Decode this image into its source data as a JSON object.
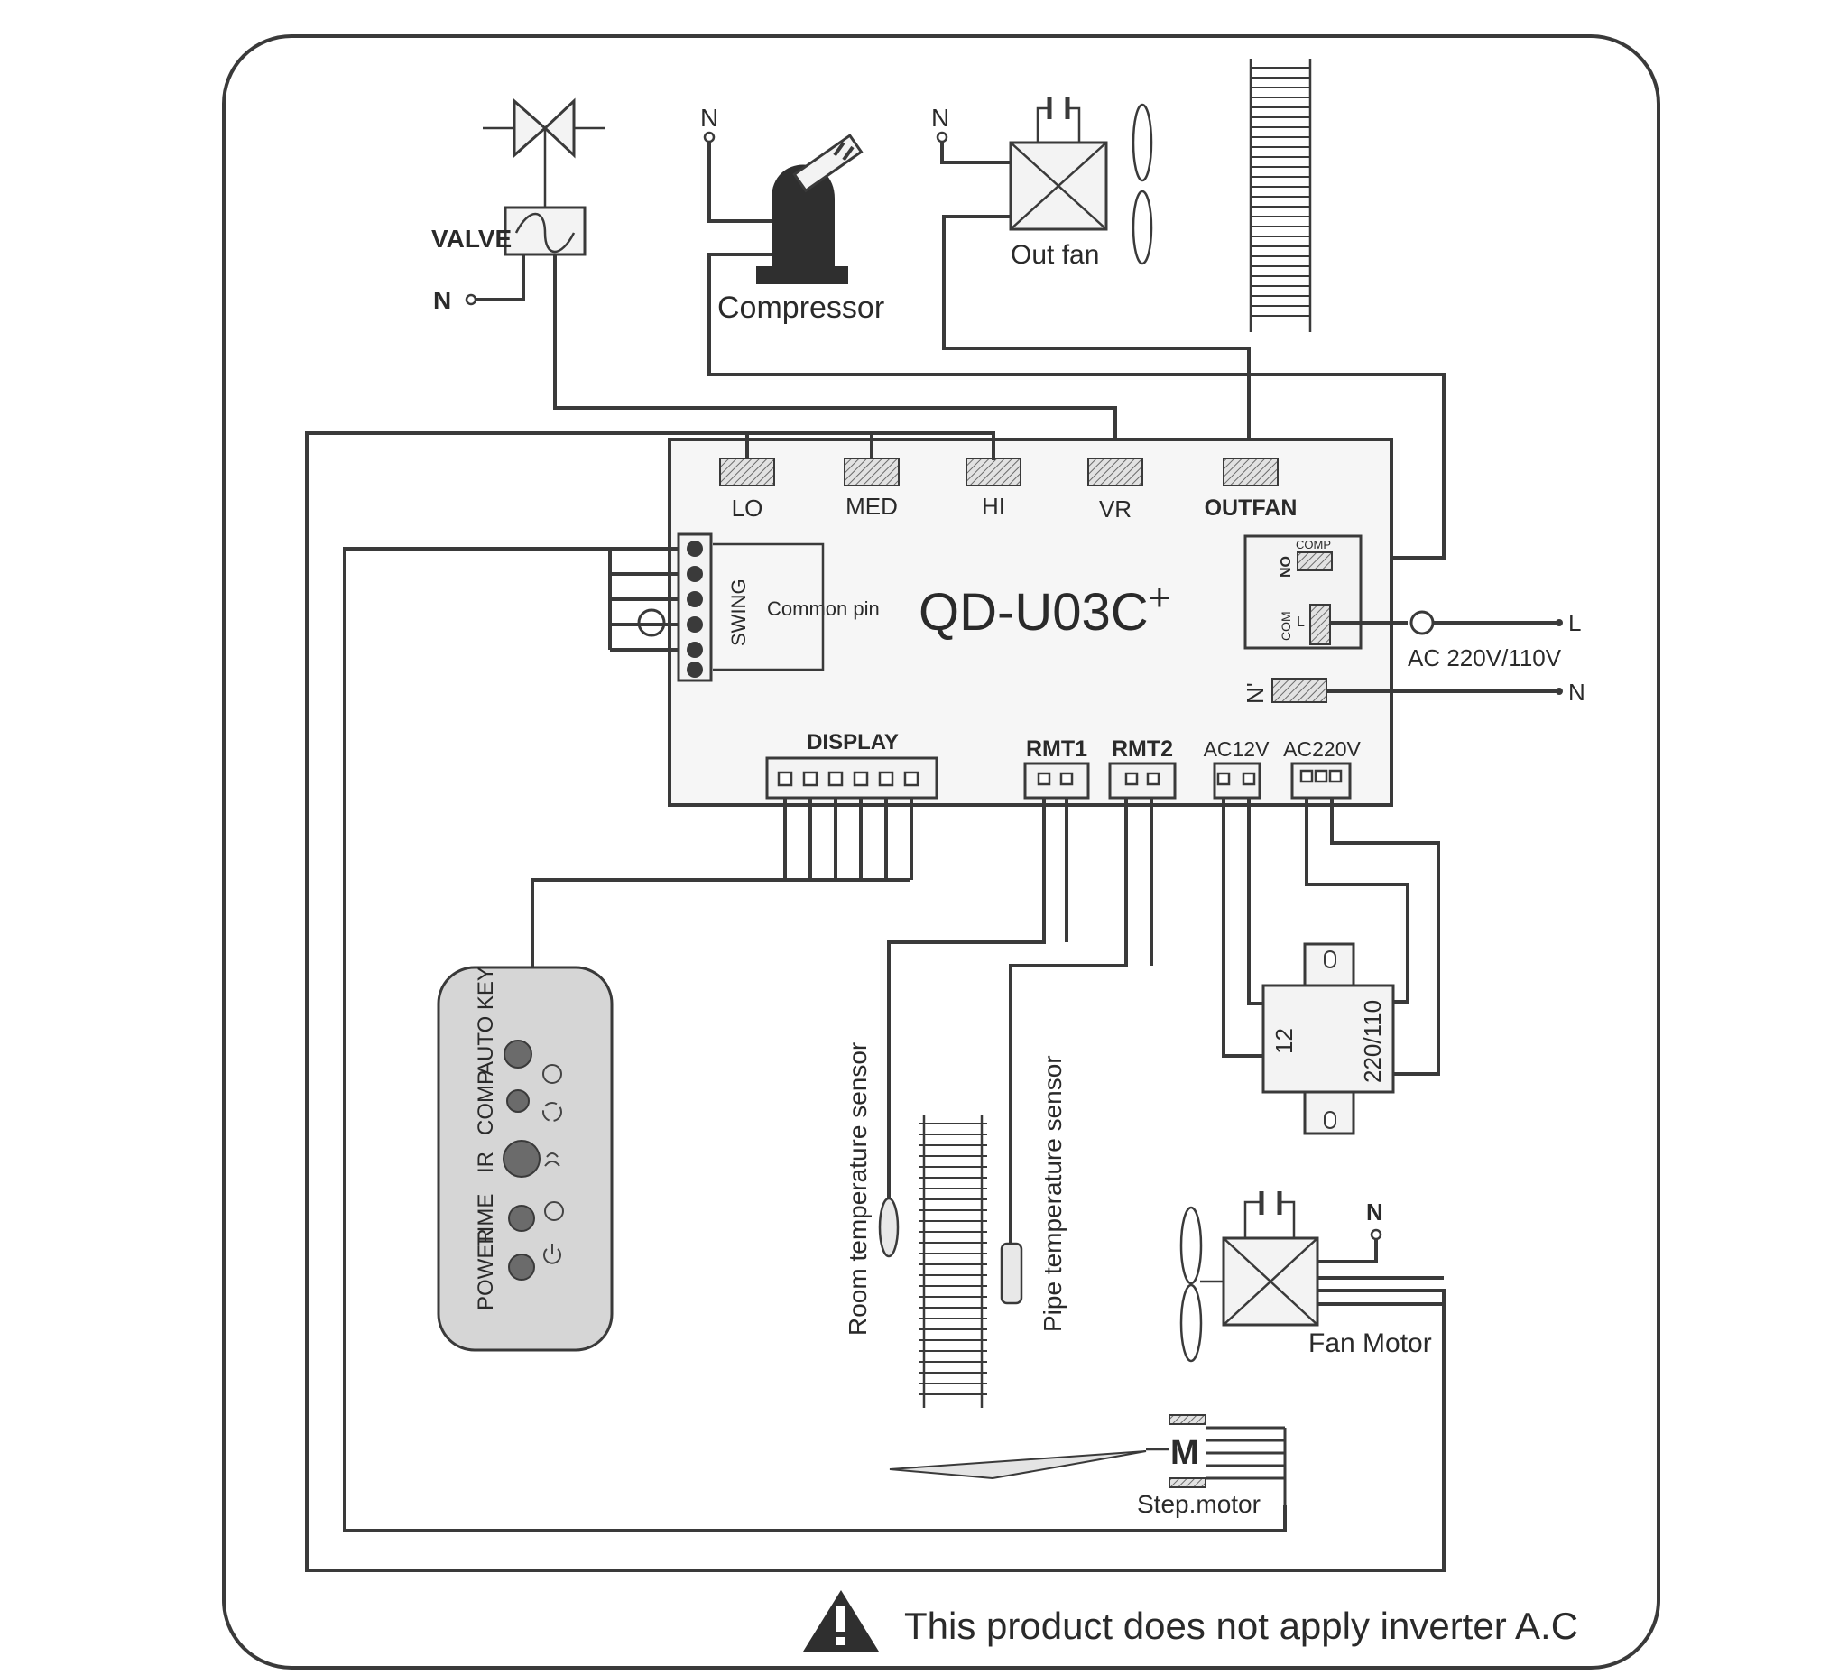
{
  "components": {
    "valve": "VALVE",
    "compressor": "Compressor",
    "out_fan": "Out fan",
    "fan_motor": "Fan Motor",
    "step_motor": "Step.motor",
    "step_motor_symbol": "M",
    "room_sensor": "Room temperature sensor",
    "pipe_sensor": "Pipe temperature sensor"
  },
  "neutral": "N",
  "board": {
    "model": "QD-U03C",
    "model_superscript": "+",
    "outputs": [
      "LO",
      "MED",
      "HI",
      "VR",
      "OUTFAN"
    ],
    "swing": "SWING",
    "common_pin": "Common pin",
    "relay_no": "NO",
    "relay_comp": "COMP",
    "relay_com": "COM",
    "relay_l": "L",
    "n_prime": "N'",
    "display": "DISPLAY",
    "rmt1": "RMT1",
    "rmt2": "RMT2",
    "ac12": "AC12V",
    "ac220": "AC220V"
  },
  "supply": {
    "line": "L",
    "neutral": "N",
    "voltage": "AC 220V/110V"
  },
  "transformer": {
    "low": "12",
    "high": "220/110"
  },
  "display_panel": {
    "labels": [
      "POWER",
      "TIME",
      "IR",
      "COMP",
      "AUTO KEY"
    ]
  },
  "warning": "This product does not apply inverter A.C",
  "colors": {
    "line": "#3a3a3a",
    "fill": "#f3f3f3",
    "panel": "#d6d6d6"
  }
}
